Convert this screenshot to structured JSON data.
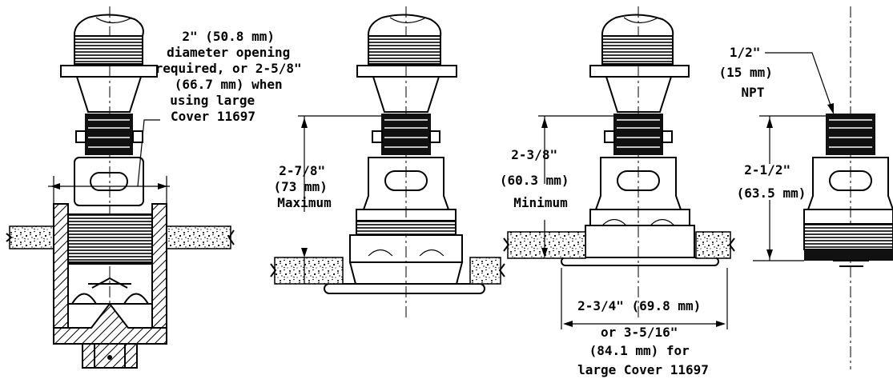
{
  "views": [
    {
      "id": "view1",
      "lines": [
        "2\" (50.8 mm)",
        "diameter opening",
        "required, or 2-5/8\"",
        "(66.7 mm) when",
        "using large",
        "Cover 11697"
      ]
    },
    {
      "id": "view2",
      "lines": [
        "2-7/8\"",
        "(73 mm)",
        "Maximum"
      ]
    },
    {
      "id": "view3",
      "lines": [
        "2-3/8\"",
        "(60.3 mm)",
        "Minimum"
      ],
      "bottom_lines": [
        "2-3/4\" (69.8 mm)",
        "or 3-5/16\"",
        "(84.1 mm) for",
        "large Cover 11697"
      ]
    },
    {
      "id": "view4",
      "top_lines": [
        "1/2\"",
        "(15 mm)",
        "NPT"
      ],
      "lines": [
        "2-1/2\"",
        "(63.5 mm)"
      ]
    }
  ]
}
